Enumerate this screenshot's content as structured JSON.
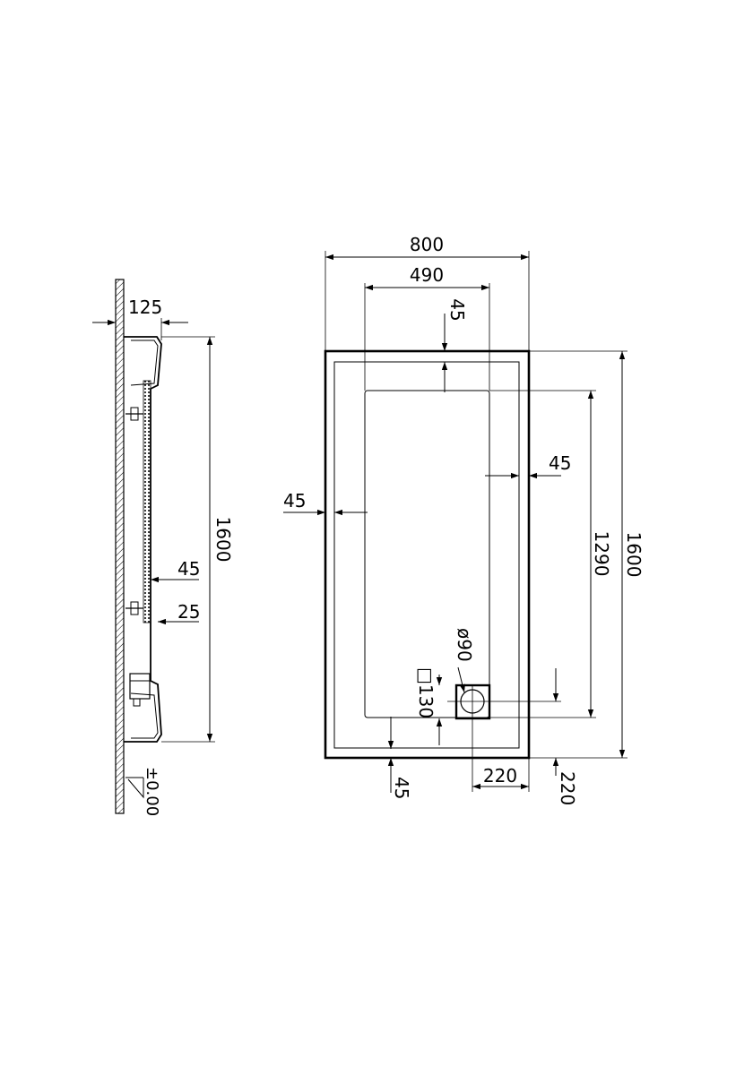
{
  "colors": {
    "stroke": "#000000",
    "background": "#ffffff"
  },
  "side_view": {
    "dim_depth": "125",
    "dim_length": "1600",
    "dim_45": "45",
    "dim_25": "25",
    "level_mark": "±0.00"
  },
  "top_view": {
    "dim_width": "800",
    "dim_inner_width": "490",
    "dim_top_margin": "45",
    "dim_right_margin": "45",
    "dim_left_margin": "45",
    "dim_bottom_margin": "45",
    "dim_inner_length": "1290",
    "dim_total_length": "1600",
    "drain_diameter": "ø90",
    "drain_square": "□130",
    "dim_drain_x": "220",
    "dim_drain_y": "220"
  }
}
